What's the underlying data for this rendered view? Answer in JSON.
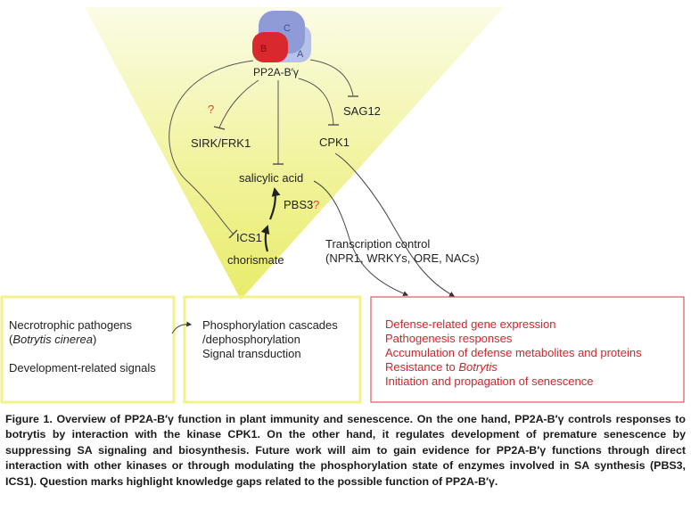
{
  "protein": {
    "name": "PP2A-B′γ",
    "subunits": [
      "B",
      "C",
      "A"
    ]
  },
  "nodes": {
    "sirk": "SIRK/FRK1",
    "sag12": "SAG12",
    "cpk1": "CPK1",
    "salicylic_acid": "salicylic acid",
    "pbs3": "PBS3",
    "ics1": "ICS1",
    "chorismate": "chorismate",
    "question_mark": "?",
    "transcription_line1": "Transcription control",
    "transcription_line2": "(NPR1, WRKYs, ORE, NACs)"
  },
  "boxes": {
    "left": {
      "line1": "Necrotrophic pathogens",
      "line2_open": "(",
      "line2_italic": "Botrytis cinerea",
      "line2_close": ")",
      "line3": "Development-related signals"
    },
    "middle": {
      "line1": "Phosphorylation cascades",
      "line2": "/dephosphorylation",
      "line3": "Signal transduction"
    },
    "right": {
      "line1": "Defense-related gene expression",
      "line2": "Pathogenesis responses",
      "line3": "Accumulation of defense metabolites and proteins",
      "line4_prefix": "Resistance to ",
      "line4_italic": "Botrytis",
      "line5": "Initiation and propagation of senescence"
    }
  },
  "caption": "Figure 1. Overview of PP2A-B′γ function in plant immunity and senescence. On the one hand, PP2A-B′γ controls responses to botrytis by interaction with the kinase CPK1. On the other hand, it regulates development of premature senescence by suppressing SA signaling and biosynthesis. Future work will aim to gain evidence for PP2A-B′γ functions through direct interaction with other kinases or through modulating the phosphorylation state of enzymes involved in SA synthesis (PBS3, ICS1). Question marks highlight knowledge gaps related to the possible function of PP2A-B′γ.",
  "colors": {
    "yellow_box_border": "#f3f28a",
    "red_box_border": "#e05a5a",
    "red_text": "#d0262b",
    "subunit_B": "#d9282e",
    "subunit_C": "#8f9bd6",
    "subunit_A": "#b7c0e6"
  }
}
